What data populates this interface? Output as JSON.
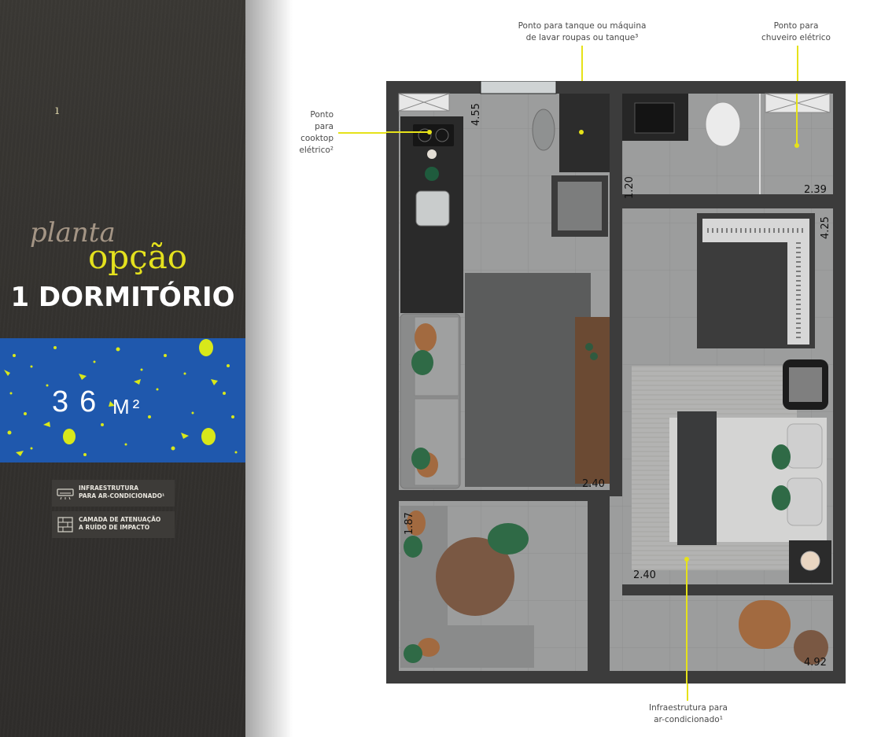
{
  "brand": {
    "planta": "planta",
    "opcao": "opção",
    "title": "1 DORMITÓRIO",
    "area_number": "36",
    "area_unit": "M²"
  },
  "features": [
    {
      "line1": "INFRAESTRUTURA",
      "line2": "PARA AR-CONDICIONADO¹",
      "icon": "air-conditioner-icon"
    },
    {
      "line1": "CAMADA DE ATENUAÇÃO",
      "line2": "A RUÍDO DE IMPACTO",
      "icon": "layers-icon"
    }
  ],
  "annotations": {
    "washing": {
      "line1": "Ponto para tanque ou máquina",
      "line2": "de lavar roupas ou tanque³"
    },
    "shower": {
      "line1": "Ponto para",
      "line2": "chuveiro elétrico"
    },
    "cooktop": {
      "line1": "Ponto",
      "line2": "para",
      "line3": "cooktop",
      "line4": "elétrico²"
    },
    "ac": {
      "line1": "Infraestrutura para",
      "line2": "ar-condicionado¹"
    }
  },
  "dimensions": {
    "kitchen": "4.55",
    "bathroom_door": "1.20",
    "bathroom": "2.39",
    "closet": "4.25",
    "living": "2.40",
    "dining": "1.87",
    "bedroom": "2.40",
    "balcony": "4.92"
  },
  "colors": {
    "accent_yellow": "#e4e11e",
    "blue_panel": "#1f58ad",
    "dark_panel": "#34322f",
    "plan_wall": "#3a3a3a",
    "plan_floor": "#9a9b9b"
  }
}
